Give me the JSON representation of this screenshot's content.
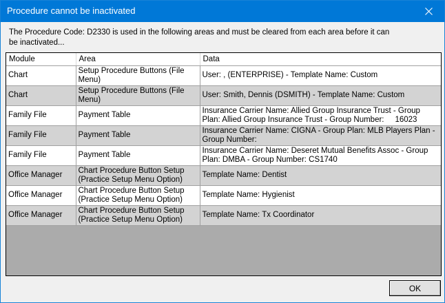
{
  "window": {
    "title": "Procedure cannot be inactivated",
    "close_icon": "close-x-icon",
    "titlebar_color": "#0078d7"
  },
  "message": "The Procedure Code: D2330 is used in the following areas and must be cleared from each area before it can be inactivated...",
  "grid": {
    "columns": [
      "Module",
      "Area",
      "Data"
    ],
    "rows": [
      {
        "module": "Chart",
        "area": "Setup Procedure Buttons (File Menu)",
        "data": "User: ,  (ENTERPRISE) - Template Name: Custom"
      },
      {
        "module": "Chart",
        "area": "Setup Procedure Buttons (File Menu)",
        "data": "User: Smith, Dennis (DSMITH) - Template Name: Custom"
      },
      {
        "module": "Family File",
        "area": "Payment Table",
        "data": "Insurance Carrier Name: Allied Group Insurance Trust - Group Plan: Allied Group Insurance Trust - Group Number:     16023"
      },
      {
        "module": "Family File",
        "area": "Payment Table",
        "data": "Insurance Carrier Name: CIGNA - Group Plan: MLB Players Plan - Group Number:"
      },
      {
        "module": "Family File",
        "area": "Payment Table",
        "data": "Insurance Carrier Name: Deseret Mutual Benefits Assoc - Group Plan: DMBA - Group Number: CS1740"
      },
      {
        "module": "Office Manager",
        "area": "Chart Procedure Button Setup (Practice Setup Menu Option)",
        "data": "Template Name: Dentist"
      },
      {
        "module": "Office Manager",
        "area": "Chart Procedure Button Setup (Practice Setup Menu Option)",
        "data": "Template Name: Hygienist"
      },
      {
        "module": "Office Manager",
        "area": "Chart Procedure Button Setup (Practice Setup Menu Option)",
        "data": "Template Name: Tx Coordinator"
      }
    ]
  },
  "buttons": {
    "ok_label": "OK"
  }
}
